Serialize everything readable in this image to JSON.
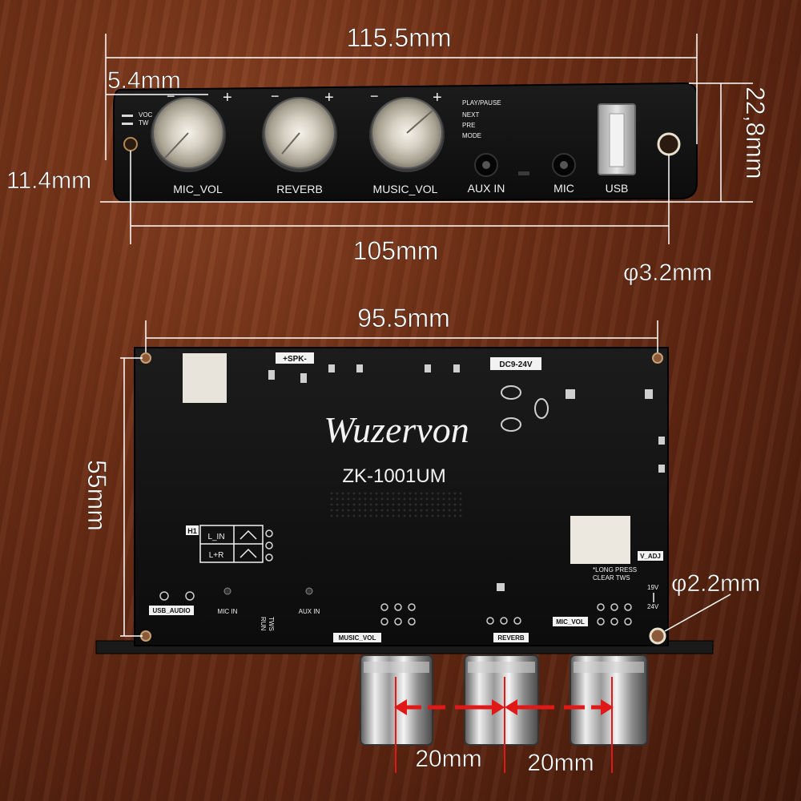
{
  "dimensions": {
    "top_width": "115.5mm",
    "hole_offset_x": "5.4mm",
    "hole_offset_y": "11.4mm",
    "top_height": "22,8mm",
    "hole_spacing": "105mm",
    "hole_diameter_top": "φ3.2mm",
    "bottom_width": "95.5mm",
    "bottom_height": "55mm",
    "hole_diameter_bottom": "φ2.2mm",
    "knob_spacing_1": "20mm",
    "knob_spacing_2": "20mm"
  },
  "front_panel": {
    "knob_labels": [
      "MIC_VOL",
      "REVERB",
      "MUSIC_VOL"
    ],
    "side_labels": [
      "VOC",
      "TW"
    ],
    "mode_labels": [
      "PLAY/PAUSE",
      "NEXT",
      "PRE",
      "MODE"
    ],
    "port_labels": [
      "AUX IN",
      "MIC",
      "USB"
    ],
    "minus": "−",
    "plus": "+"
  },
  "board": {
    "brand": "Wuzervon",
    "model": "ZK-1001UM",
    "power_label": "DC9-24V",
    "speaker_label": "+SPK-",
    "channel_header": "H1",
    "channel_rows": [
      "L_IN",
      "L+R"
    ],
    "long_press": "*LONG PRESS",
    "clear_tws": "CLEAR TWS",
    "vadj": "V_ADJ",
    "volt_19": "19V",
    "volt_24": "24V",
    "connectors": [
      "USB_AUDIO",
      "MIC IN",
      "AUX IN"
    ],
    "tws_vertical": "TWS",
    "run_vertical": "RUN",
    "pot_labels": [
      "MUSIC_VOL",
      "REVERB",
      "MIC_VOL"
    ]
  },
  "colors": {
    "background": "#6e2f16",
    "pcb": "#141414",
    "silkscreen": "#f2f2f2",
    "arrow": "#e01818"
  }
}
